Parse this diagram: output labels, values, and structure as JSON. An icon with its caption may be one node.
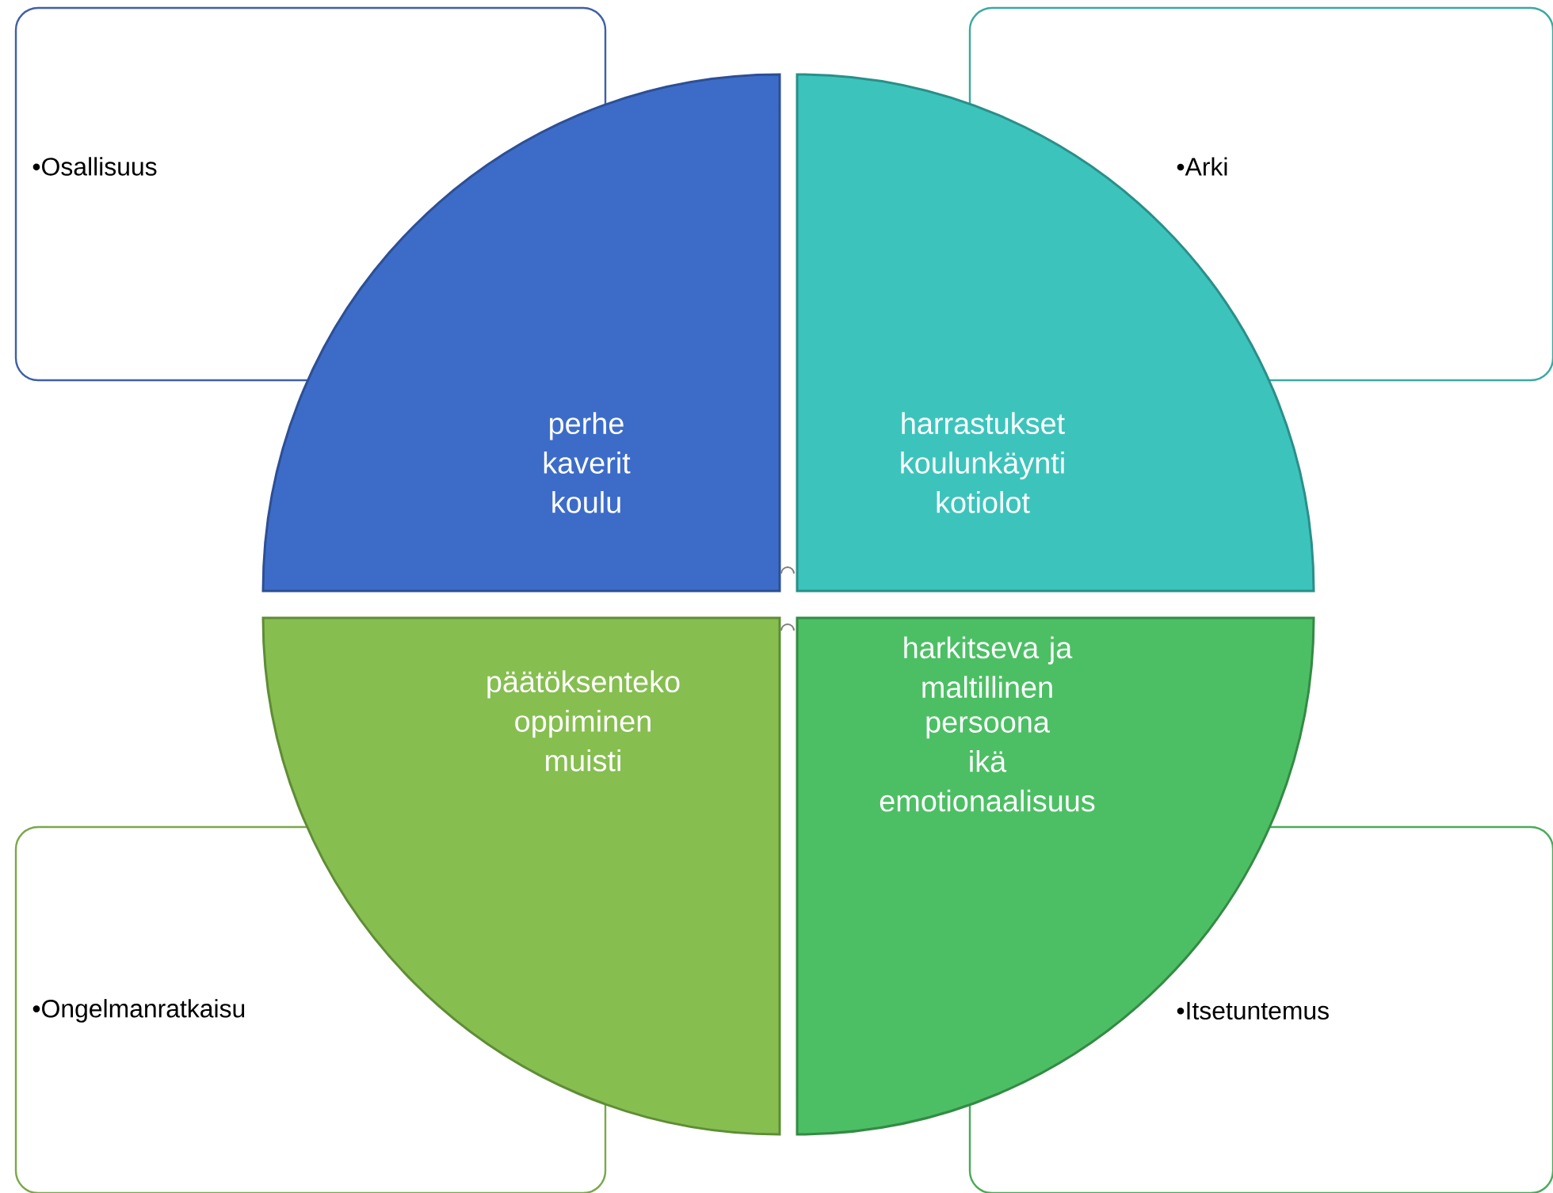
{
  "diagram": {
    "nodes": [
      {
        "text": [
          "•Osallisuus"
        ]
      },
      {
        "text": [
          "•Arki"
        ]
      },
      {
        "text": [
          "•Ongelmanratkaisu"
        ]
      },
      {
        "text": [
          "•Itsetuntemus"
        ]
      },
      {
        "text": [
          "perhe",
          "kaverit",
          "koulu"
        ]
      },
      {
        "text": [
          "harrastukset",
          "koulunkäynti",
          "kotiolot"
        ]
      },
      {
        "text": [
          "päätöksenteko",
          "oppiminen",
          "muisti"
        ]
      },
      {
        "text": [
          "harkitseva ja",
          "maltillinen persoona",
          "ikä",
          "emotionaalisuus"
        ]
      }
    ]
  }
}
